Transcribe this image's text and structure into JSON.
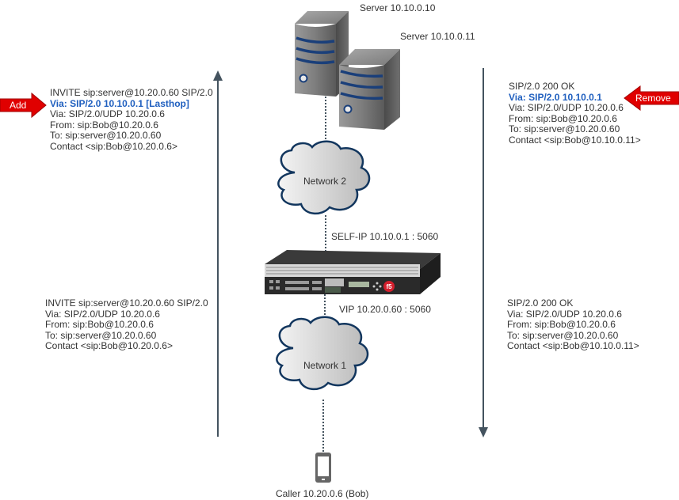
{
  "servers": [
    {
      "label": "Server 10.10.0.10"
    },
    {
      "label": "Server 10.10.0.11"
    }
  ],
  "networks": {
    "network2": "Network 2",
    "network1": "Network 1"
  },
  "load_balancer": {
    "self_ip": "SELF-IP 10.10.0.1 : 5060",
    "vip": "VIP 10.20.0.60 : 5060",
    "brand": "f5"
  },
  "caller": {
    "label": "Caller 10.20.0.6 (Bob)"
  },
  "tags": {
    "add": "Add",
    "remove": "Remove",
    "color": "#e00000"
  },
  "messages": {
    "invite_upper": {
      "line1": "INVITE sip:server@10.20.0.60 SIP/2.0",
      "line2": "Via: SIP/2.0 10.10.0.1 [Lasthop]",
      "line3": "Via: SIP/2.0/UDP 10.20.0.6",
      "line4": "From: sip:Bob@10.20.0.6",
      "line5": "To: sip:server@10.20.0.60",
      "line6": "Contact <sip:Bob@10.20.0.6>"
    },
    "invite_lower": {
      "line1": "INVITE sip:server@10.20.0.60 SIP/2.0",
      "line2": "Via: SIP/2.0/UDP 10.20.0.6",
      "line3": "From: sip:Bob@10.20.0.6",
      "line4": "To: sip:server@10.20.0.60",
      "line5": "Contact <sip:Bob@10.20.0.6>"
    },
    "ok_upper": {
      "line1": "SIP/2.0 200 OK",
      "line2": "Via: SIP/2.0 10.10.0.1",
      "line3": "Via: SIP/2.0/UDP 10.20.0.6",
      "line4": "From: sip:Bob@10.20.0.6",
      "line5": "To: sip:server@10.20.0.60",
      "line6": "Contact <sip:Bob@10.10.0.11>"
    },
    "ok_lower": {
      "line1": "SIP/2.0 200 OK",
      "line2": "Via: SIP/2.0/UDP 10.20.0.6",
      "line3": "From: sip:Bob@10.20.0.6",
      "line4": "To: sip:server@10.20.0.60",
      "line5": "Contact <sip:Bob@10.10.0.11>"
    }
  },
  "colors": {
    "arrow": "#44535f",
    "highlight": "#1f5fbf",
    "cloud_stroke": "#12365e",
    "link": "#44535f"
  }
}
